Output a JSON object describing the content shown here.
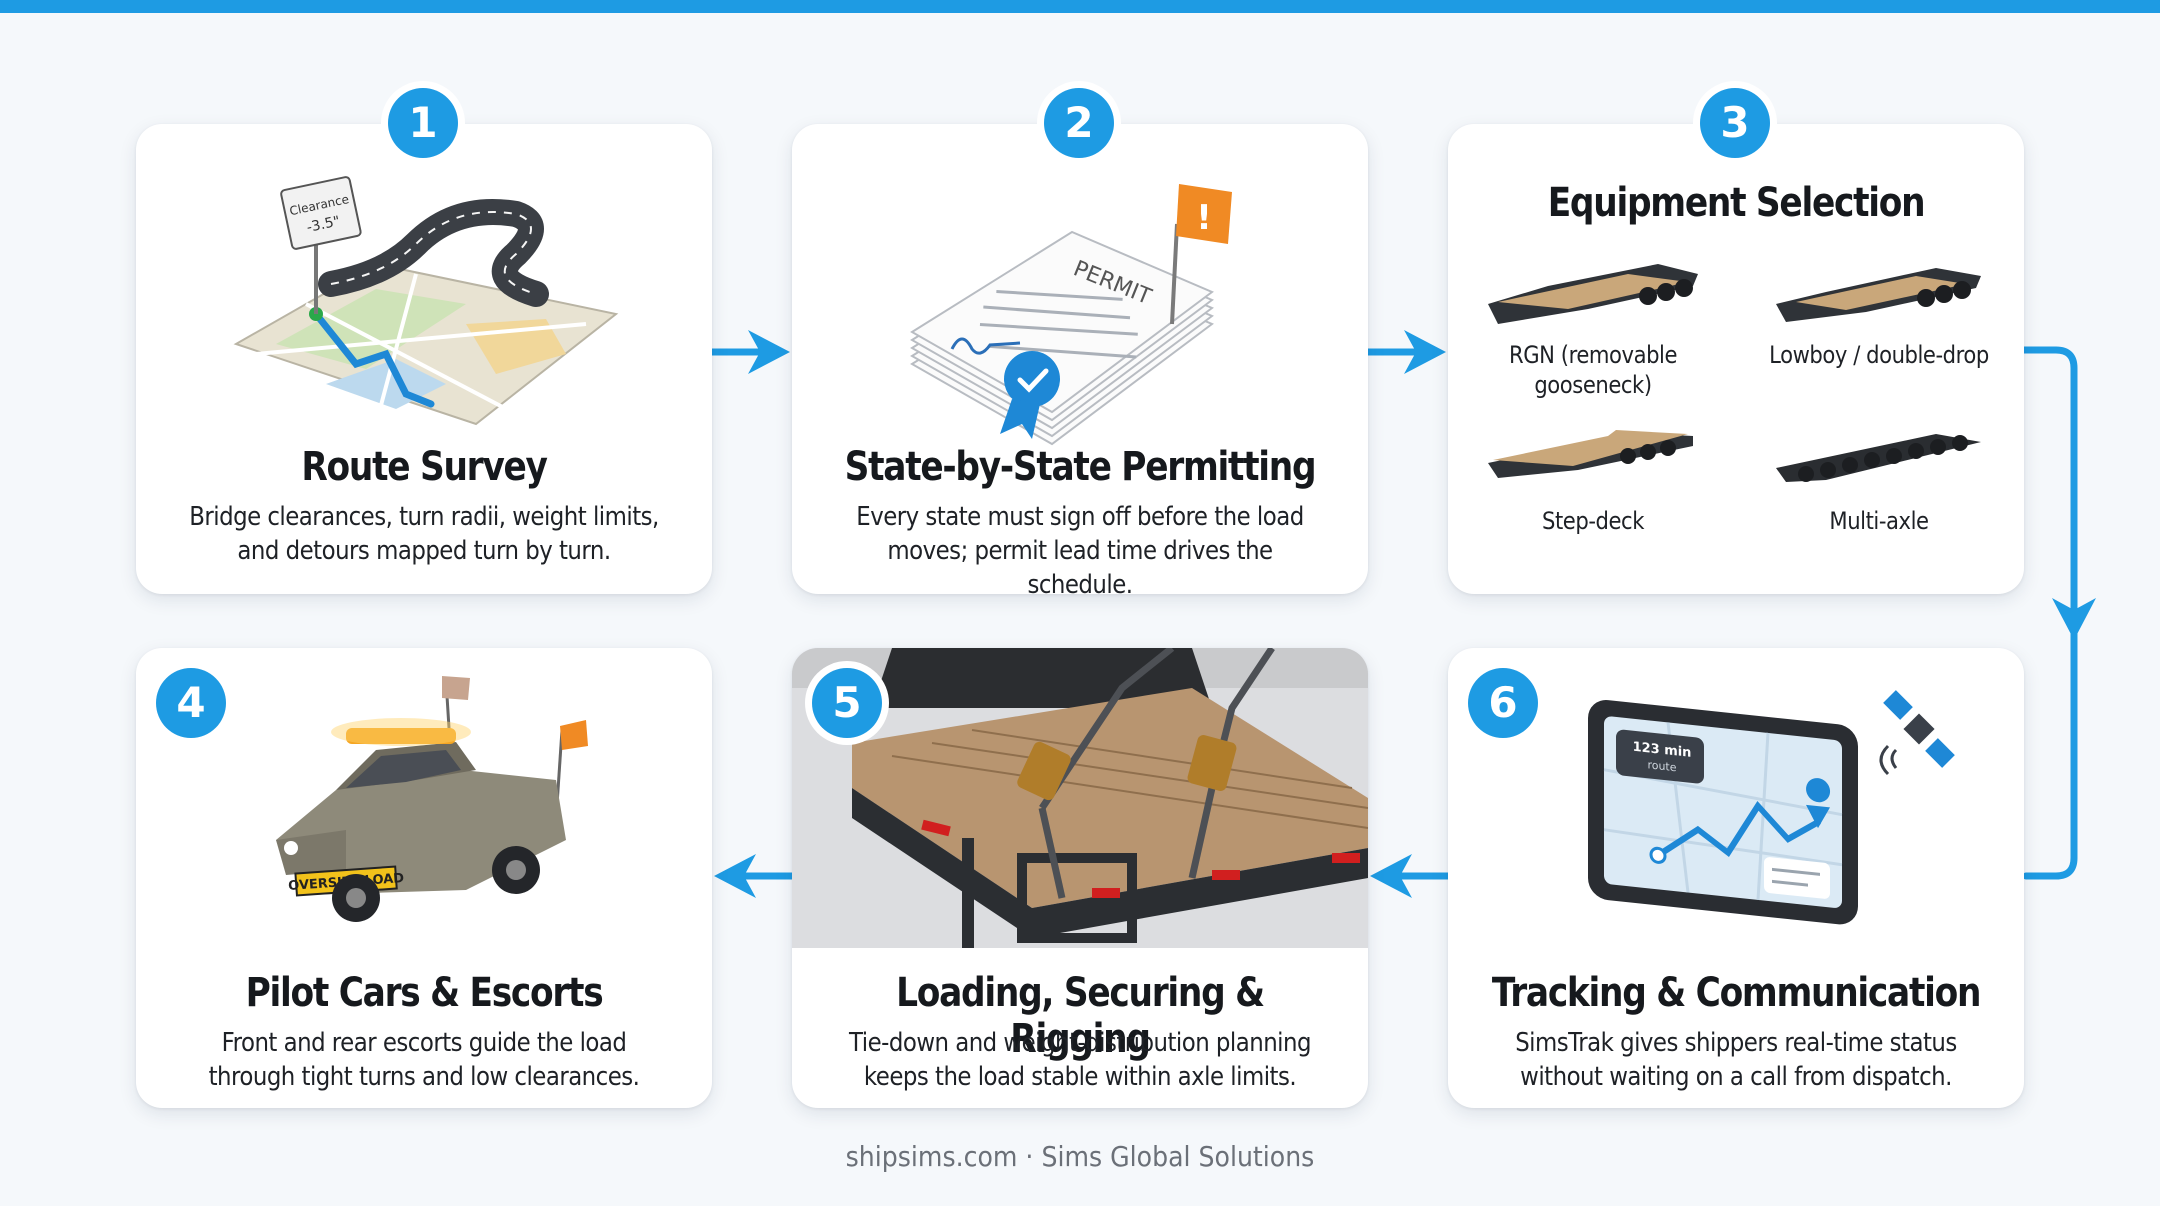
{
  "steps": [
    {
      "number": "1",
      "title": "Route Survey",
      "desc": [
        "Bridge clearances, turn radii, weight limits,",
        "and detours mapped turn by turn."
      ],
      "sign_text": [
        "Clearance",
        "-3.5\""
      ]
    },
    {
      "number": "2",
      "title": "State-by-State Permitting",
      "desc": [
        "Every state must sign off before the load",
        "moves; permit lead time drives the schedule."
      ],
      "doc_text": "PERMIT"
    },
    {
      "number": "3",
      "title": "Equipment Selection",
      "equipment": [
        [
          "RGN (removable",
          "gooseneck)"
        ],
        [
          "Lowboy / double-drop"
        ],
        [
          "Step-deck"
        ],
        [
          "Multi-axle"
        ]
      ]
    },
    {
      "number": "4",
      "title": "Pilot Cars & Escorts",
      "desc": [
        "Front and rear escorts guide the load",
        "through tight turns and low clearances."
      ],
      "banner_text": "OVERSIZE LOAD"
    },
    {
      "number": "5",
      "title": "Loading, Securing & Rigging",
      "desc": [
        "Tie-down and weight-distribution planning",
        "keeps the load stable within axle limits."
      ]
    },
    {
      "number": "6",
      "title": "Tracking & Communication",
      "desc": [
        "SimsTrak gives shippers real-time status",
        "without waiting on a call from dispatch."
      ],
      "nav_text": [
        "123 min",
        "route"
      ]
    }
  ],
  "footer": "shipsims.com · Sims Global Solutions",
  "colors": {
    "accent": "#1e9be3",
    "flag": "#f08a24",
    "card": "#ffffff",
    "background": "#f5f8fb"
  }
}
